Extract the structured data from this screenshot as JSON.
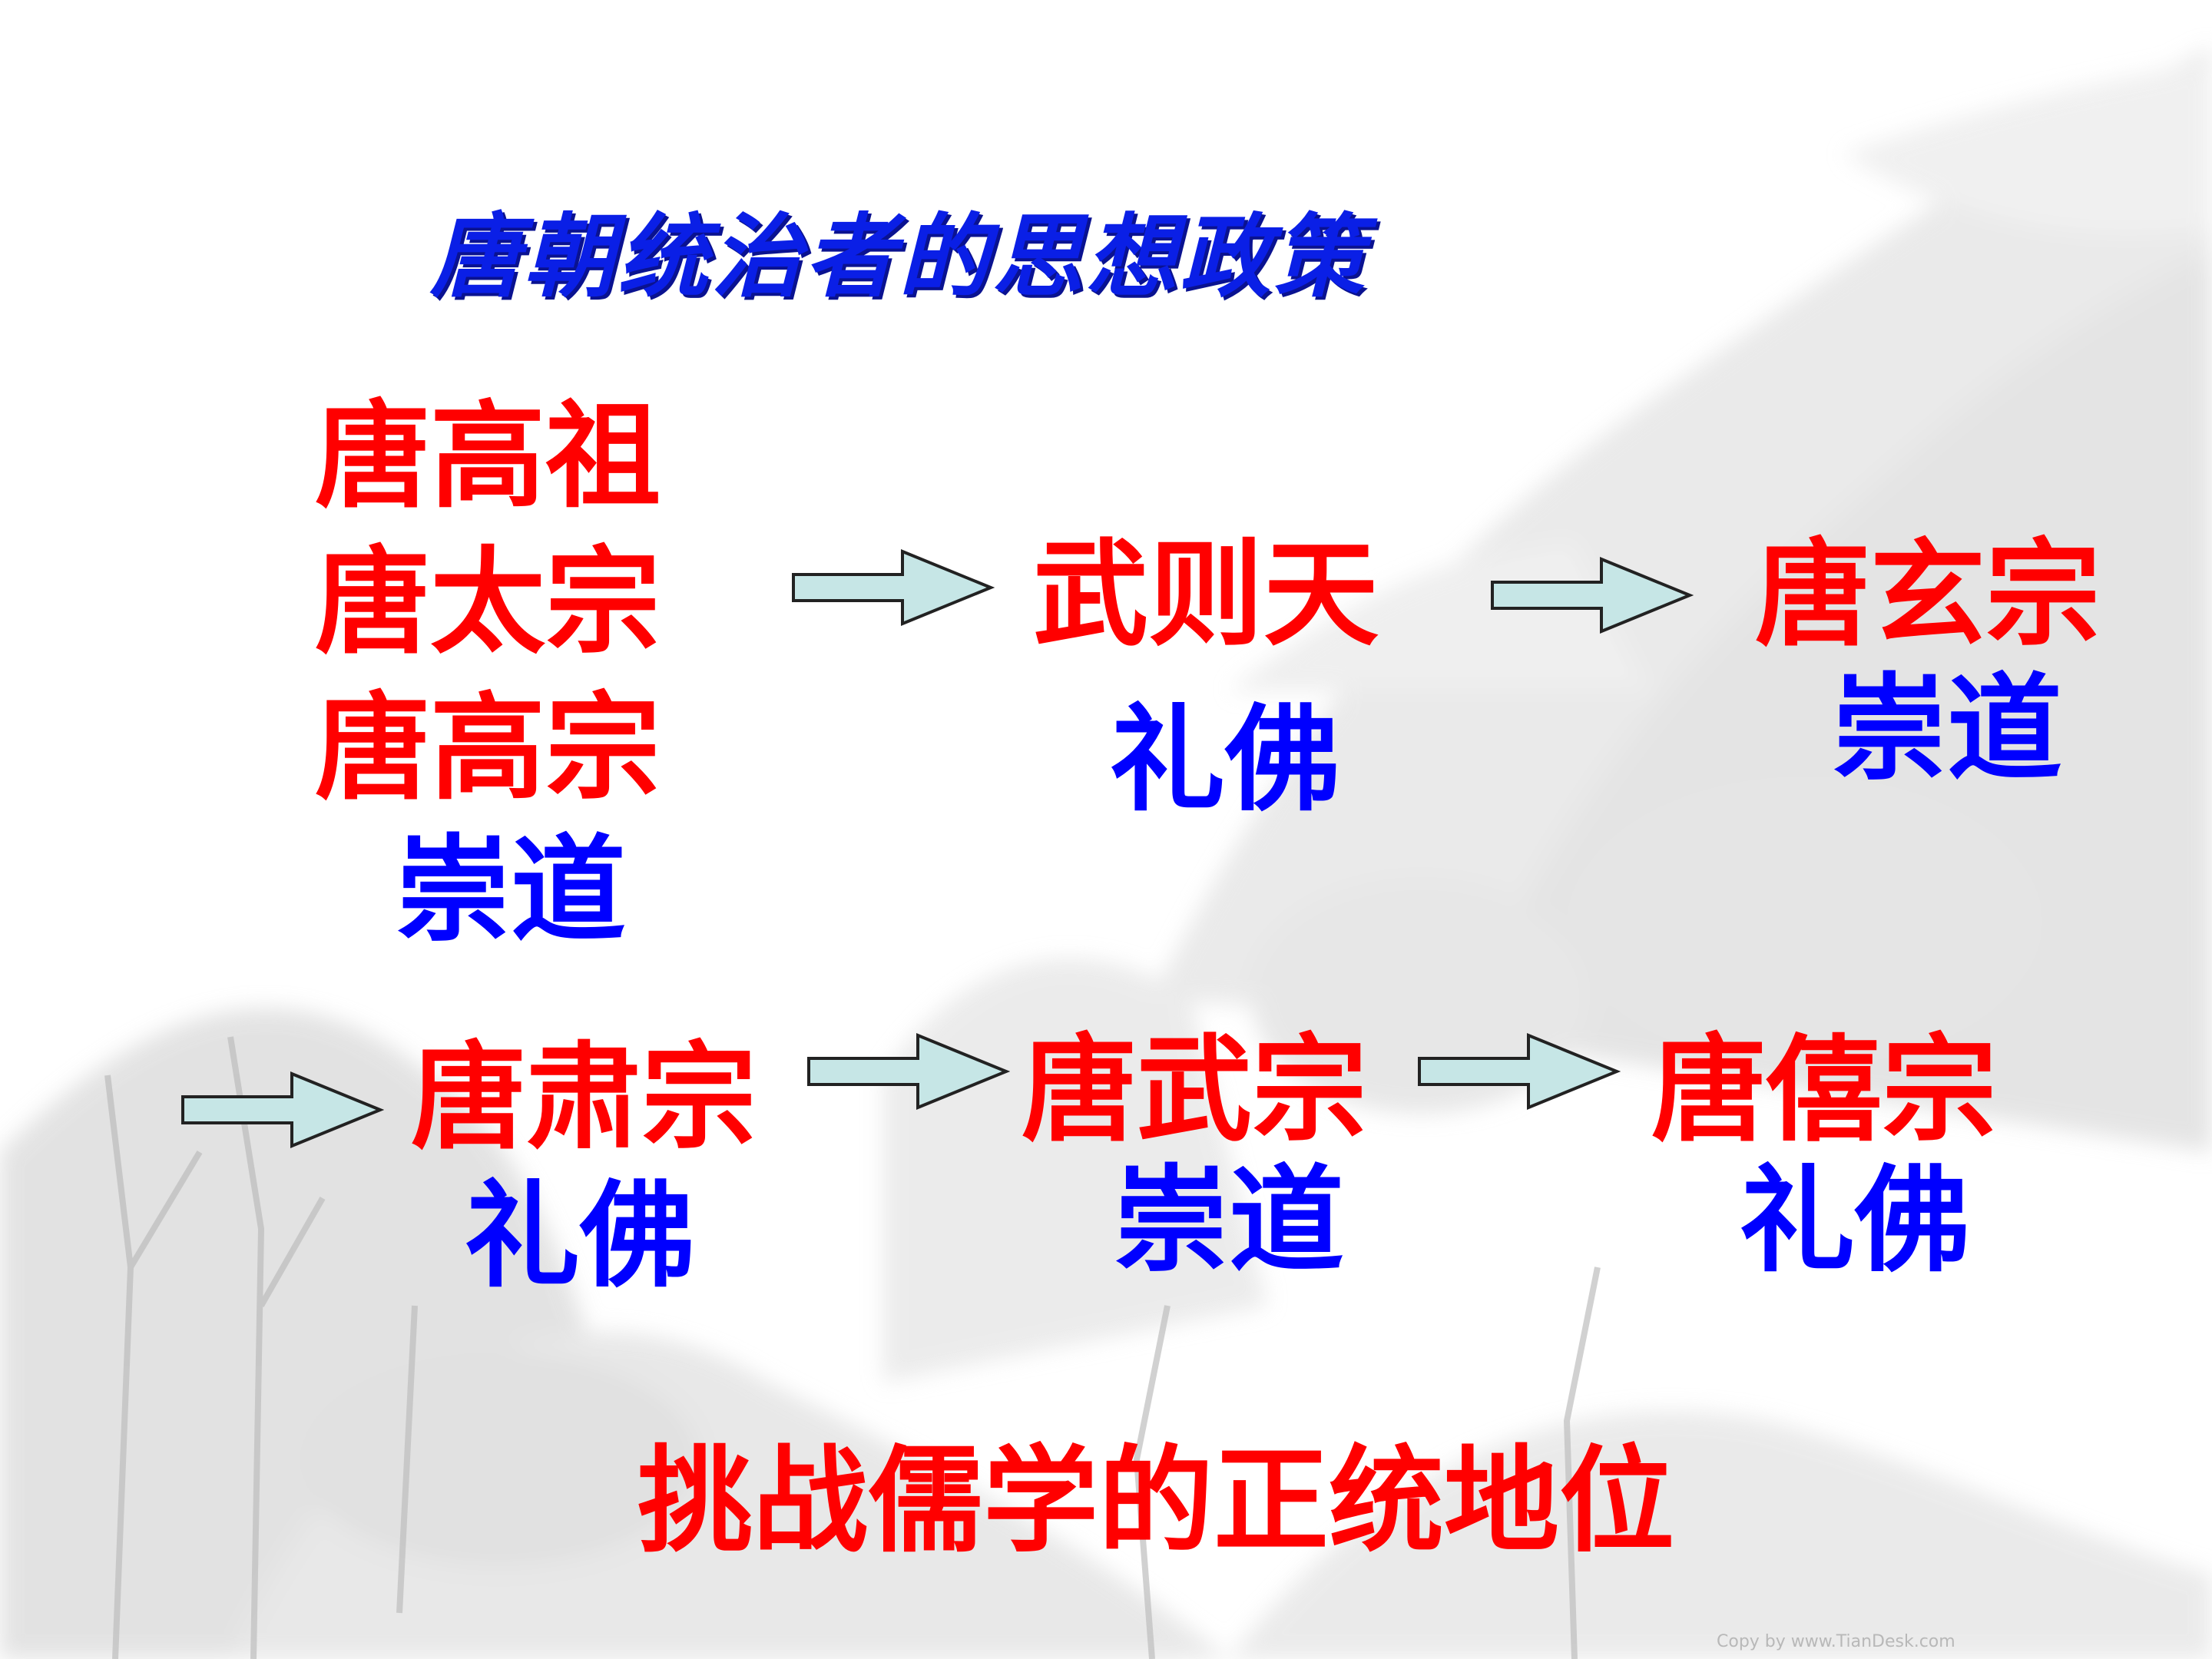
{
  "title": "唐朝统治者的思想政策",
  "row1": {
    "group1": {
      "rulers": [
        "唐高祖",
        "唐太宗",
        "唐高宗"
      ],
      "policy": "崇道"
    },
    "node2": {
      "ruler": "武则天",
      "policy": "礼佛"
    },
    "node3": {
      "ruler": "唐玄宗",
      "policy": "崇道"
    }
  },
  "row2": {
    "node1": {
      "ruler": "唐肃宗",
      "policy": "礼佛"
    },
    "node2": {
      "ruler": "唐武宗",
      "policy": "崇道"
    },
    "node3": {
      "ruler": "唐僖宗",
      "policy": "礼佛"
    }
  },
  "conclusion": "挑战儒学的正统地位",
  "credit": "Copy by www.TianDesk.com",
  "colors": {
    "ruler": "#ff0000",
    "policy": "#0000ff",
    "title": "#0a1fe6",
    "arrow_fill": "#c6e6e6",
    "arrow_stroke": "#222222"
  }
}
